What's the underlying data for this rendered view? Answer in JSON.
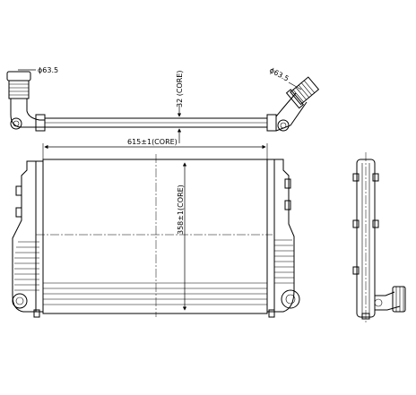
{
  "dimensions": {
    "inlet_left_diameter": "ϕ63.5",
    "inlet_right_diameter": "ϕ63.5",
    "pipe_offset": "32 (CORE)",
    "core_width": "615±1(CORE)",
    "core_height": "358±1(CORE)"
  }
}
